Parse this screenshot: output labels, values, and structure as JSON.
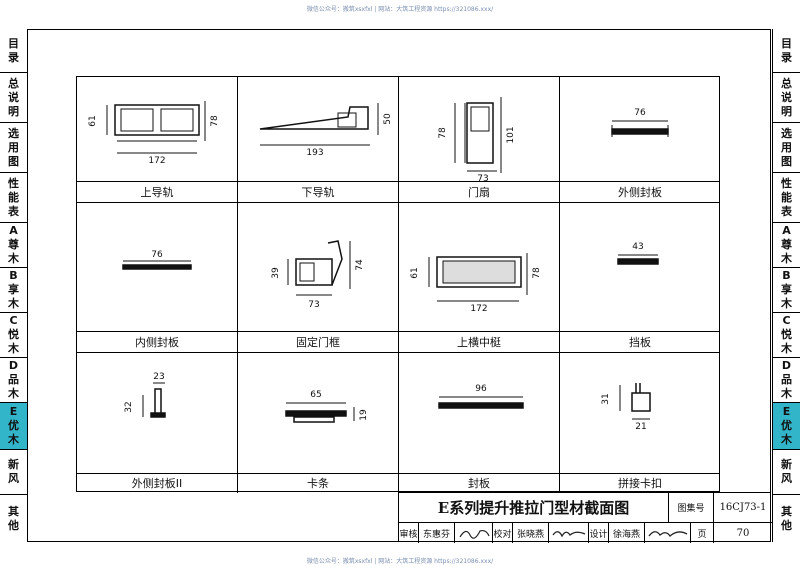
{
  "watermark_top": "微信公众号：搬筑xsxfxl | 网站：大筑工程资源 https://321086.xxx/",
  "watermark_bottom": "微信公众号：搬筑xsxfxl | 网站：大筑工程资源 https://321086.xxx/",
  "left_tabs": [
    {
      "label": "目录"
    },
    {
      "label": "总说明"
    },
    {
      "label": "选用图"
    },
    {
      "label": "性能表"
    },
    {
      "label": "A尊木"
    },
    {
      "label": "B享木"
    },
    {
      "label": "C悦木"
    },
    {
      "label": "D品木"
    },
    {
      "label": "E优木",
      "active": true
    },
    {
      "label": "新风"
    },
    {
      "label": "其他"
    }
  ],
  "right_tabs": [
    {
      "label": "目录"
    },
    {
      "label": "总说明"
    },
    {
      "label": "选用图"
    },
    {
      "label": "性能表"
    },
    {
      "label": "A尊木"
    },
    {
      "label": "B享木"
    },
    {
      "label": "C悦木"
    },
    {
      "label": "D品木"
    },
    {
      "label": "E优木",
      "active": true
    },
    {
      "label": "新风"
    },
    {
      "label": "其他"
    }
  ],
  "cells": [
    {
      "label": "上导轨",
      "dims": [
        "61",
        "172",
        "78"
      ]
    },
    {
      "label": "下导轨",
      "dims": [
        "193",
        "50"
      ]
    },
    {
      "label": "门扇",
      "dims": [
        "78",
        "101",
        "73"
      ]
    },
    {
      "label": "外侧封板",
      "dims": [
        "76"
      ]
    },
    {
      "label": "内侧封板",
      "dims": [
        "76"
      ]
    },
    {
      "label": "固定门框",
      "dims": [
        "39",
        "74",
        "73"
      ]
    },
    {
      "label": "上横中梃",
      "dims": [
        "61",
        "172",
        "78"
      ]
    },
    {
      "label": "挡板",
      "dims": [
        "43"
      ]
    },
    {
      "label": "外侧封板II",
      "dims": [
        "23",
        "32"
      ]
    },
    {
      "label": "卡条",
      "dims": [
        "65",
        "19"
      ]
    },
    {
      "label": "封板",
      "dims": [
        "96"
      ]
    },
    {
      "label": "拼接卡扣",
      "dims": [
        "31",
        "21"
      ]
    }
  ],
  "title_block": {
    "title": "E系列提升推拉门型材截面图",
    "atlas_label": "图集号",
    "atlas_no": "16CJ73-1",
    "review_label": "审核",
    "reviewer": "东惠芬",
    "check_label": "校对",
    "checker": "张晓燕",
    "design_label": "设计",
    "designer": "徐海燕",
    "page_label": "页",
    "page_no": "70"
  }
}
